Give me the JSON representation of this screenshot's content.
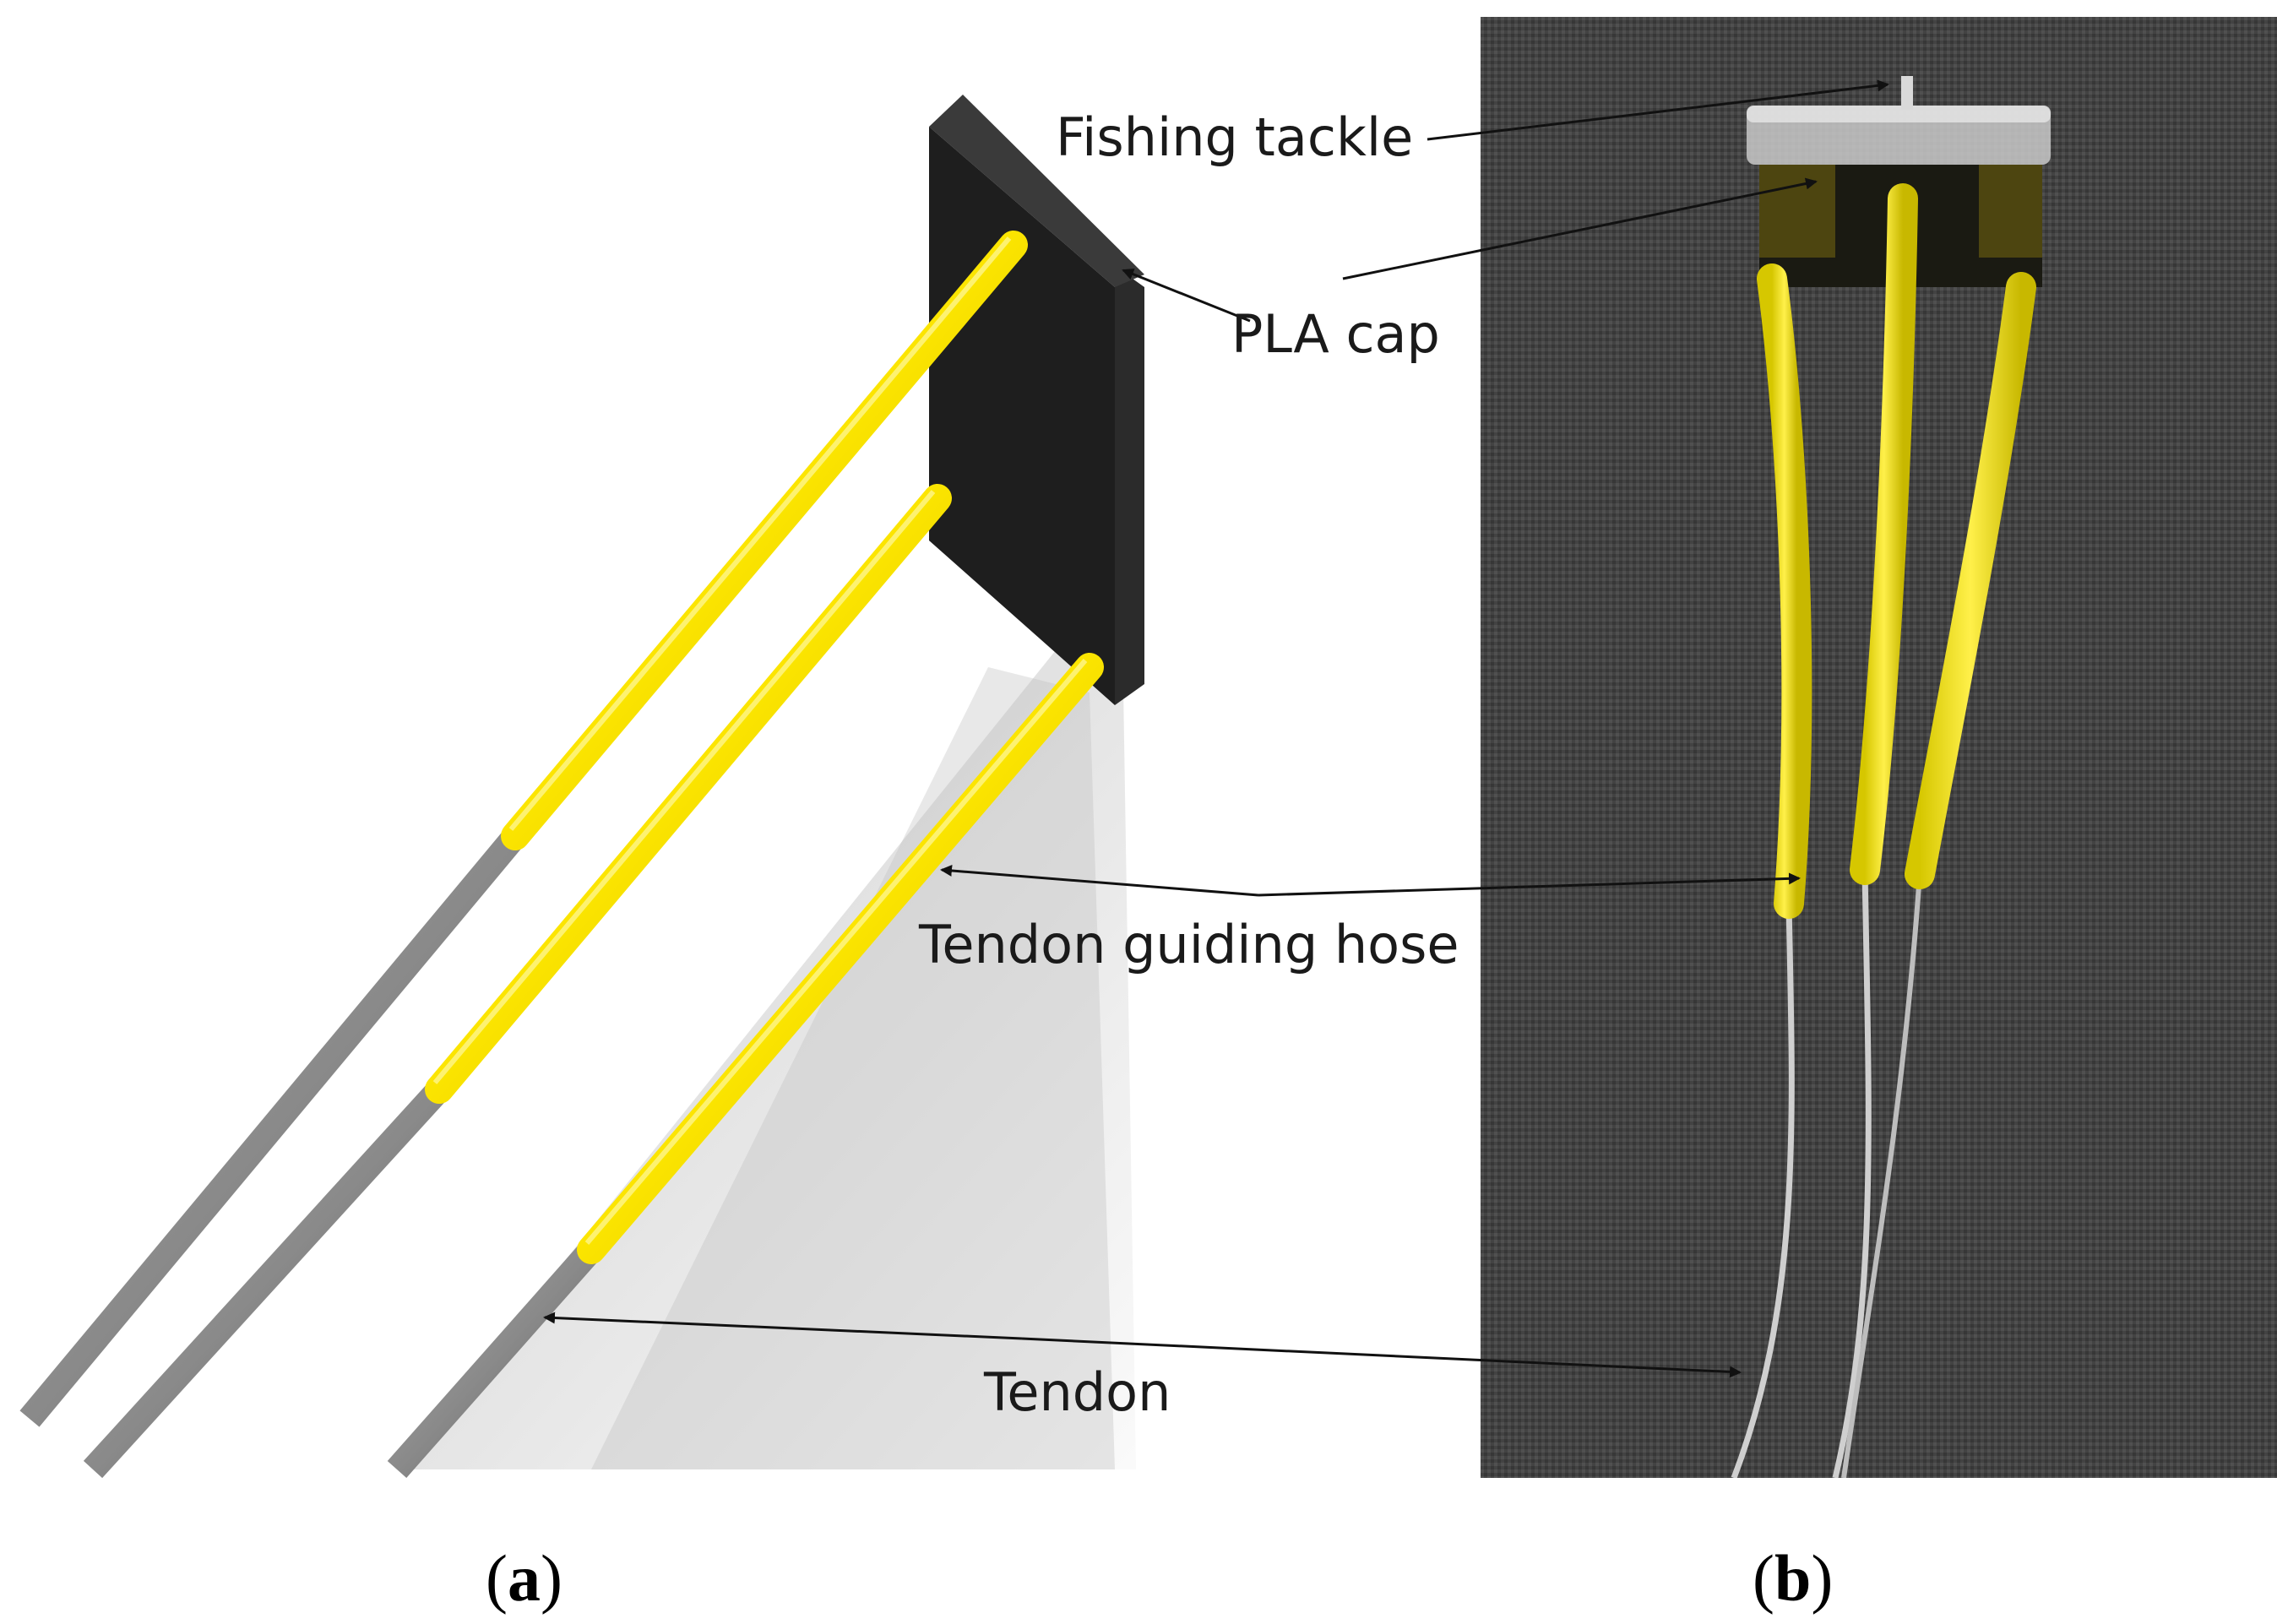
{
  "figure": {
    "callouts": {
      "fishing_tackle": "Fishing tackle",
      "pla_cap": "PLA cap",
      "tendon_guiding_hose": "Tendon guiding hose",
      "tendon": "Tendon"
    },
    "panel_a": {
      "open": "(",
      "letter": "a",
      "close": ")"
    },
    "panel_b": {
      "open": "(",
      "letter": "b",
      "close": ")"
    }
  },
  "colors": {
    "hose_yellow": "#ffee00",
    "tendon_gray": "#8a8a8a",
    "cap_black": "#1e1e1e",
    "fabric_gray": "#4a4a4a"
  }
}
